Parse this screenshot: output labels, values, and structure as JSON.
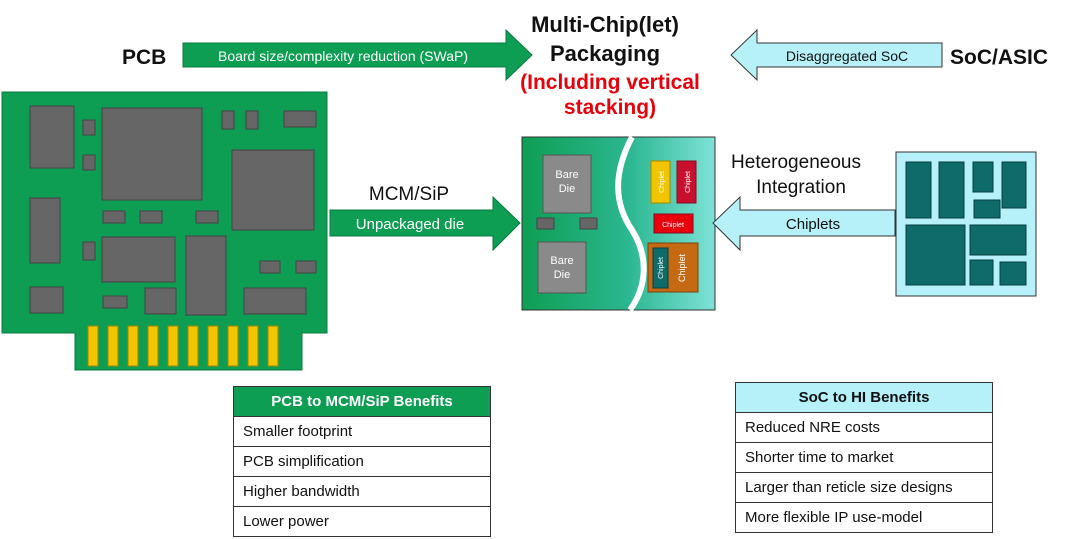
{
  "header": {
    "title_line1": "Multi-Chip(let)",
    "title_line2": "Packaging",
    "subtitle_line1": "(Including vertical",
    "subtitle_line2": "stacking)"
  },
  "left_label": "PCB",
  "right_label": "SoC/ASIC",
  "arrows": {
    "pcb_arrow": "Board size/complexity reduction (SWaP)",
    "soc_arrow": "Disaggregated SoC",
    "mcm_title": "MCM/SiP",
    "mcm_arrow": "Unpackaged die",
    "hi_title_line1": "Heterogeneous",
    "hi_title_line2": "Integration",
    "hi_arrow": "Chiplets"
  },
  "package": {
    "bare_die_1_line1": "Bare",
    "bare_die_1_line2": "Die",
    "bare_die_2_line1": "Bare",
    "bare_die_2_line2": "Die",
    "chiplet_label": "Chiplet"
  },
  "colors": {
    "pcb_green": "#0e9e53",
    "chip_gray": "#666666",
    "gold": "#f2c500",
    "soc_light": "#b6f0f8",
    "soc_dark": "#0f6a6a",
    "red": "#e8000b",
    "chiplet_red": "#c8102e",
    "chiplet_orange": "#c56a12"
  },
  "pcb_benefits": {
    "header": "PCB to MCM/SiP Benefits",
    "items": [
      "Smaller footprint",
      "PCB simplification",
      "Higher bandwidth",
      "Lower power"
    ]
  },
  "soc_benefits": {
    "header": "SoC to HI Benefits",
    "items": [
      "Reduced NRE costs",
      "Shorter time to market",
      "Larger than reticle size designs",
      "More flexible IP use-model"
    ]
  }
}
